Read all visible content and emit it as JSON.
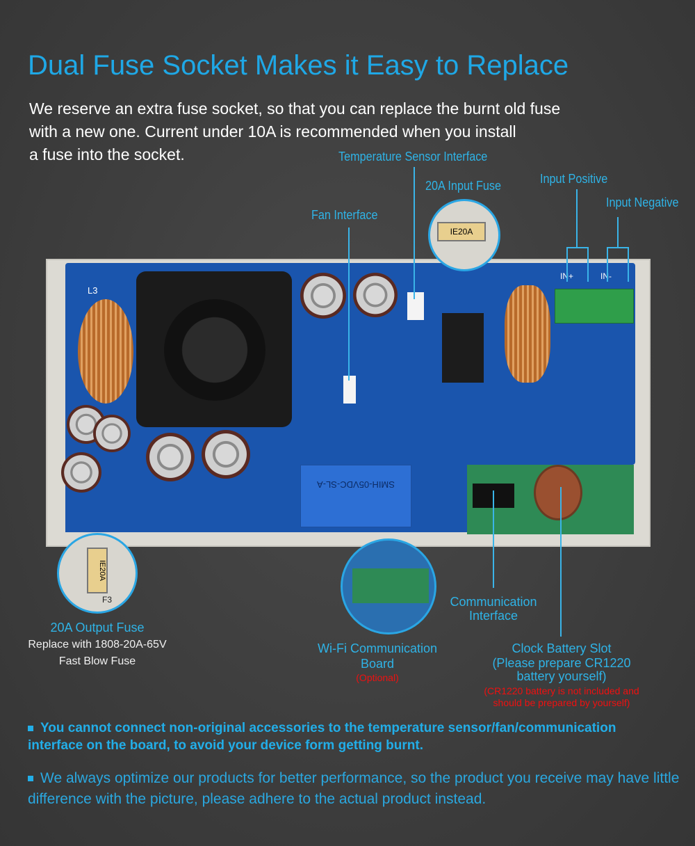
{
  "title": "Dual Fuse Socket Makes it Easy to Replace",
  "intro": [
    "We reserve an extra fuse socket, so that you can replace the burnt old fuse",
    "with a new one. Current under 10A is recommended when you install",
    "a fuse into the socket."
  ],
  "labels": {
    "temp_sensor": "Temperature Sensor Interface",
    "input_fuse": "20A Input Fuse",
    "input_positive": "Input Positive",
    "input_negative": "Input Negative",
    "fan": "Fan Interface",
    "output_fuse": "20A Output Fuse",
    "output_fuse_desc1": "Replace with 1808-20A-65V",
    "output_fuse_desc2": "Fast Blow Fuse",
    "wifi1": "Wi-Fi Communication",
    "wifi2": "Board",
    "wifi_optional": "(Optional)",
    "comm1": "Communication",
    "comm2": "Interface",
    "battery1": "Clock Battery Slot",
    "battery2": "(Please prepare CR1220",
    "battery3": "battery yourself)",
    "battery_note1": "(CR1220 battery is not included and",
    "battery_note2": "should be prepared by yourself)"
  },
  "board": {
    "relay_text": "SMIH-05VDC-SL-A",
    "fuse_text": "IE20A",
    "silk_l3": "L3",
    "silk_in_plus": "IN+",
    "silk_in_minus": "IN-",
    "silk_f3": "F3"
  },
  "notes": [
    "You cannot connect non-original accessories to the temperature sensor/fan/communication interface on the board, to avoid your device form getting burnt.",
    "We always optimize our products for better performance, so the product you receive may have little difference with the picture,  please adhere to the actual product instead."
  ],
  "colors": {
    "accent": "#1fa8e6",
    "warning": "#f01010",
    "pcb": "#1a55ad"
  }
}
